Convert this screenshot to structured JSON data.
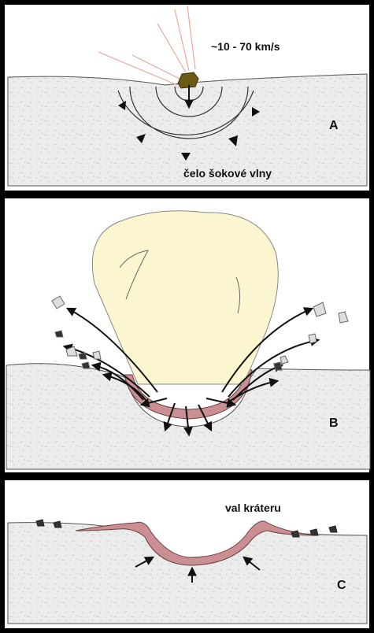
{
  "panel_a": {
    "velocity_label": "~10 - 70 km/s",
    "shock_label": "čelo šokové vlny",
    "letter": "A"
  },
  "panel_b": {
    "letter": "B"
  },
  "panel_c": {
    "rim_label": "val kráteru",
    "letter": "C"
  },
  "colors": {
    "background": "#000000",
    "panel": "#ffffff",
    "ground": "#ececec",
    "impactor": "#6b5a12",
    "fireball": "#fbf6cf",
    "compressed_zone": "#c98f92"
  }
}
